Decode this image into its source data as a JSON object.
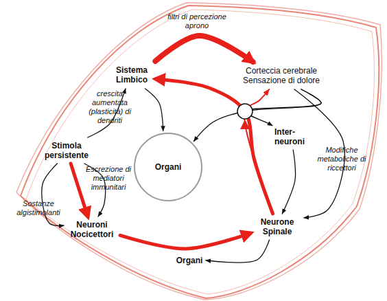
{
  "diagram": {
    "nodes": [
      {
        "text": [
          "Sistema Limbico"
        ]
      },
      {
        "text": [
          "Corteccia cerebrale Sensazione di dolore"
        ]
      },
      {
        "text": [
          "Stimola persistente"
        ]
      },
      {
        "text": [
          "Organi"
        ]
      },
      {
        "text": [
          "Inter- neuroni"
        ]
      },
      {
        "text": [
          "Neuroni Nocicettori"
        ]
      },
      {
        "text": [
          "Neurone Spinale"
        ]
      },
      {
        "text": [
          "Organi"
        ]
      }
    ],
    "edges": [
      {
        "from": 0,
        "to": 1,
        "arrow": "to",
        "label": "filtri di percezione aprono"
      },
      {
        "from": 0,
        "to": 3,
        "arrow": "to"
      },
      {
        "from": 6,
        "to": 0,
        "arrow": "to"
      },
      {
        "from": 6,
        "to": 1,
        "arrow": "to"
      },
      {
        "from": 1,
        "to": 3,
        "arrow": "to"
      },
      {
        "from": 1,
        "to": 4,
        "arrow": "to"
      },
      {
        "from": 4,
        "to": 6,
        "arrow": "to"
      },
      {
        "from": 5,
        "to": 6,
        "arrow": "to"
      },
      {
        "from": 2,
        "to": 5,
        "arrow": "to"
      },
      {
        "from": 2,
        "to": 0,
        "arrow": "to",
        "label": "crescita aumentata (plasticità) di dendriti"
      },
      {
        "from": 2,
        "to": 5,
        "arrow": "to",
        "label": "Escrezione di mediatori immunitari"
      },
      {
        "from": 2,
        "to": 5,
        "arrow": "to",
        "label": "Sostanze algistimolanti"
      },
      {
        "from": 1,
        "to": 6,
        "arrow": "to",
        "label": "Modifiche metaboliche di riccettori"
      },
      {
        "from": 6,
        "to": 7,
        "arrow": "to"
      }
    ]
  }
}
